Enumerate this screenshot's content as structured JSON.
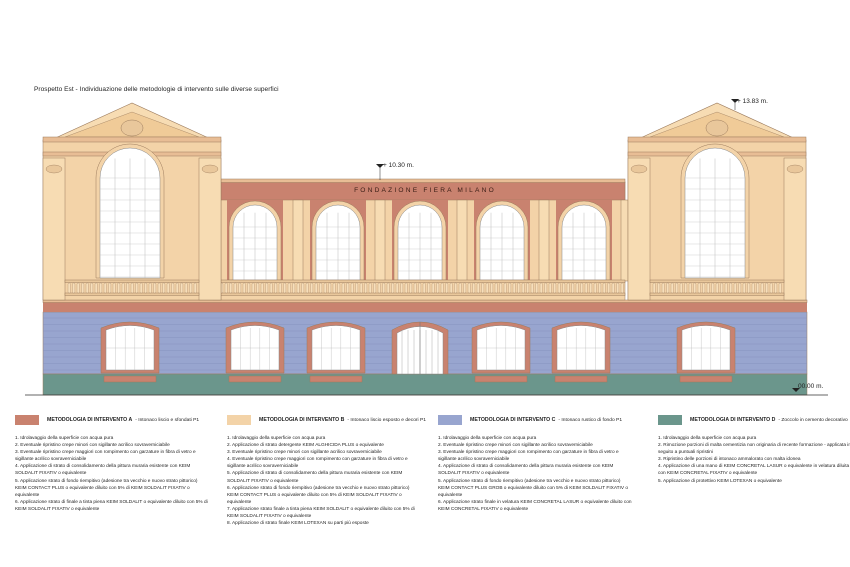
{
  "title": "Prospetto Est - Individuazione delle metodologie di intervento sulle diverse superfici",
  "elevations": {
    "right_wing": "+ 13.83 m.",
    "center": "+ 10.30 m.",
    "ground": "00.00 m."
  },
  "frieze_text": "FONDAZIONE FIERA MILANO",
  "colors": {
    "A": "#c9826f",
    "B": "#f3d3a8",
    "C": "#98a5cf",
    "D": "#6b968c"
  },
  "methods": [
    {
      "key": "A",
      "name": "METODOLOGIA DI INTERVENTO A",
      "subtitle": "- Intonaco liscio e sfondati P1",
      "steps": [
        "1. Idrolavaggio della superficie con acqua pura",
        "2. Eventuale ripristino crepe minori con sigillante acrilico sovraverniciabile",
        "3. Eventuale ripristino crepe maggiori con rompimento con garzature in fibra di vetro e sigillante acrilico sovraverniciabile",
        "4. Applicazione di strato di consolidamento della pittura muraria esistente con KEIM SOLDALIT FIXATIV o equivalente",
        "5. Applicazione strato di fondo riempitivo (adesione tra vecchio e nuovo strato pittorico) KEIM CONTACT PLUS o equivalente diluito con 5% di KEIM SOLDALIT FIXATIV o equivalente",
        "6. Applicazione strato di finale a tinta piena KEIM SOLDALIT o equivalente diluito con 5% di KEIM SOLDALIT FIXATIV o equivalente"
      ]
    },
    {
      "key": "B",
      "name": "METODOLOGIA DI INTERVENTO B",
      "subtitle": "- Intonaco liscio esposto e decori P1",
      "steps": [
        "1. Idrolavaggio della superficie con acqua pura",
        "2. Applicazione di strato detergente KEIM ALGHICIDA PLUS o equivalente",
        "3. Eventuale ripristino crepe minori con sigillante acrilico sovraverniciabile",
        "4. Eventuale ripristino crepe maggiori con rompimento con garzature in fibra di vetro e sigillante acrilico sovraverniciabile",
        "5. Applicazione di strato di consolidamento della pittura muraria esistente con KEIM SOLDALIT FIXATIV o equivalente",
        "6. Applicazione strato di fondo riempitivo (adesione tra vecchio e nuovo strato pittorico) KEIM CONTACT PLUS o equivalente diluito con 5% di KEIM SOLDALIT FIXATIV o equivalente",
        "7. Applicazione strato finale a tinta piena KEIM SOLDALIT o equivalente diluito con 5% di KEIM SOLDALIT FIXATIV o equivalente",
        "8. Applicazione di strato finale KEIM LOTEXAN su parti più esposte"
      ]
    },
    {
      "key": "C",
      "name": "METODOLOGIA DI INTERVENTO C",
      "subtitle": "- Intonaco rustico di fondo P1",
      "steps": [
        "1. Idrolavaggio della superficie con acqua pura",
        "2. Eventuale ripristino crepe minori con sigillante acrilico sovraverniciabile",
        "3. Eventuale ripristino crepe maggiori con rompimento con garzature in fibra di vetro e sigillante acrilico sovraverniciabile",
        "4. Applicazione di strato di consolidamento della pittura muraria esistente con KEIM SOLDALIT FIXATIV o equivalente",
        "5. Applicazione strato di fondo riempitivo (adesione tra vecchio e nuovo strato pittorico) KEIM CONTACT PLUS GROB o equivalente diluito con 5% di KEIM SOLDALIT FIXATIV o equivalente",
        "6. Applicazione strato finale in velatura KEIM CONCRETAL LASUR o equivalente diluito con KEIM CONCRETAL FIXATIV o equivalente"
      ]
    },
    {
      "key": "D",
      "name": "METODOLOGIA DI INTERVENTO D",
      "subtitle": "- Zoccolo in cemento decorativo",
      "steps": [
        "1. Idrolavaggio della superficie con acqua pura",
        "2. Rimozione porzioni di malta cementizia non originaria di recente formazione - applicata in seguito a puntuali ripristini",
        "3. Ripristino delle porzioni di intonaco ammalorato con malta idonea",
        "4. Applicazione di una mano di KEIM CONCRETAL LASUR o equivalente in velatura diluita con KEIM CONCRETAL FIXATIV o equivalente",
        "5. Applicazione di protettivo KEIM LOTEXAN o equivalente"
      ]
    }
  ]
}
